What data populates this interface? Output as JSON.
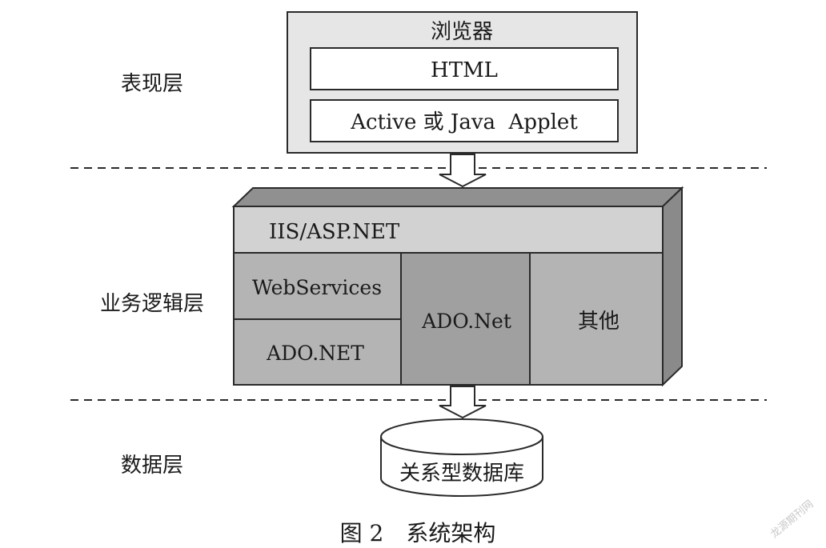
{
  "layers": {
    "presentation": "表现层",
    "business": "业务逻辑层",
    "data": "数据层"
  },
  "browser": {
    "title": "浏览器",
    "html": "HTML",
    "applet": "Active 或 Java  Applet"
  },
  "server": {
    "header": "IIS/ASP.NET",
    "webservices": "WebServices",
    "ado_net_upper": "ADO.NET",
    "ado_net_mid": "ADO.Net",
    "other": "其他"
  },
  "database": {
    "label": "关系型数据库"
  },
  "caption": "图 2　系统架构",
  "watermark": "龙源期刊网",
  "colors": {
    "outer_box_fill": "#e6e6e6",
    "header_fill": "#d2d2d2",
    "cell_fill": "#b4b4b4",
    "mid_cell_fill": "#a0a0a0",
    "side_fill": "#8a8a8a",
    "top_fill": "#909090",
    "stroke": "#2a2a2a"
  }
}
